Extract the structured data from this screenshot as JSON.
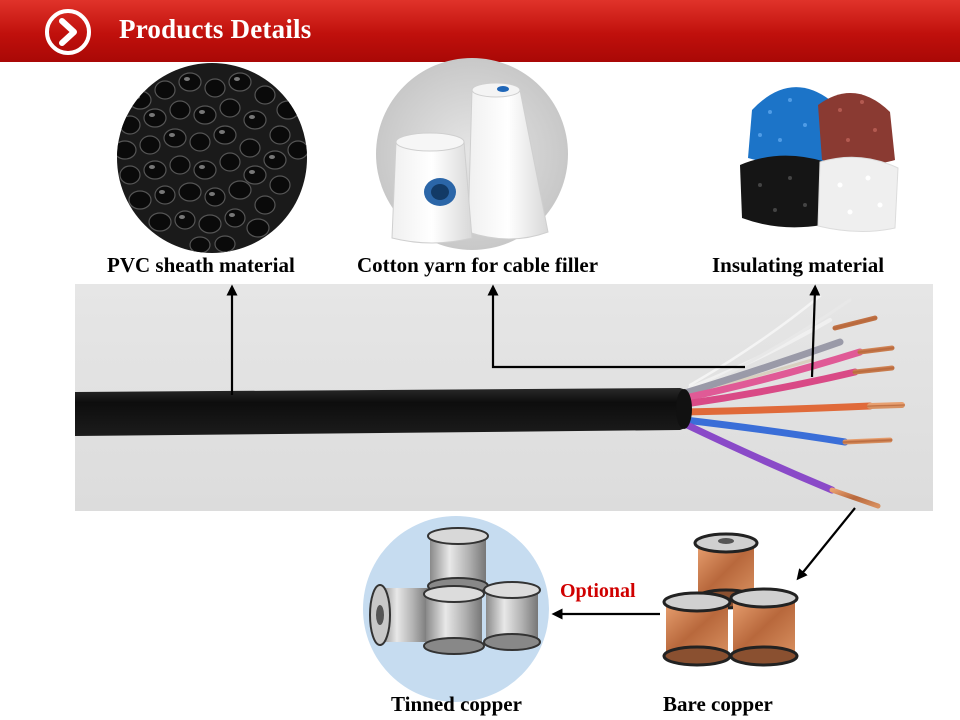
{
  "header": {
    "title": "Products Details",
    "icon": "chevron-right-circle-icon",
    "color": "#c0100c"
  },
  "materials": {
    "pvc_label": "PVC sheath material",
    "cotton_label": "Cotton yarn for cable filler",
    "insulating_label": "Insulating  material"
  },
  "conductors": {
    "optional_label": "Optional",
    "tinned_label": "Tinned copper",
    "bare_label": "Bare copper",
    "optional_color": "#d00000"
  },
  "cable": {
    "core_colors": [
      "#f2f2f2",
      "#9a9aa8",
      "#d94a86",
      "#e06a3a",
      "#3a6ed8",
      "#8a4ac8"
    ]
  }
}
